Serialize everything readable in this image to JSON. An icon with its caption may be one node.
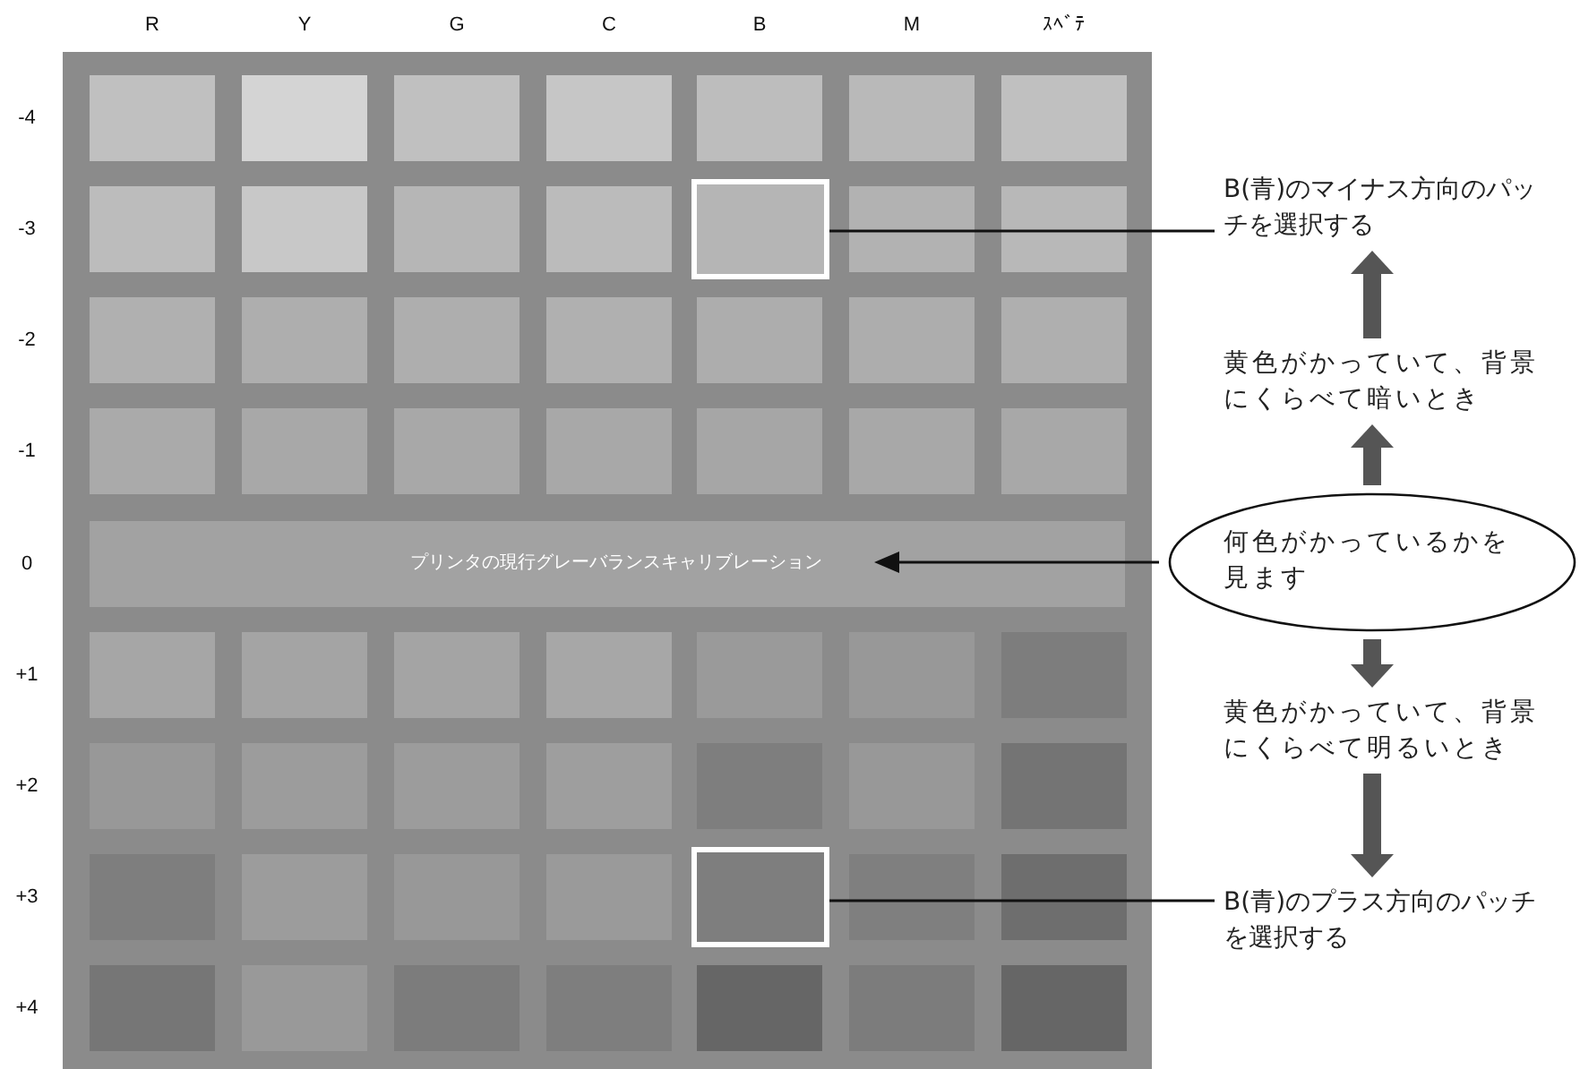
{
  "diagram": {
    "nodes": [
      {
        "text": [],
        "shape": "box"
      },
      {
        "text": [
          "B(青)のマイナス方向のパッチを選択する"
        ]
      },
      {
        "text": [
          "黄色がかっていて、背景にくらべて暗いとき"
        ]
      },
      {
        "text": [
          "プリンタの現行グレーバランスキャリブレーション"
        ]
      },
      {
        "text": [
          "何色がかっているかを見ます"
        ]
      },
      {
        "text": [
          "黄色がかっていて、背景にくらべて明るいとき"
        ]
      },
      {
        "text": [],
        "shape": "box"
      },
      {
        "text": [
          "B(青)のプラス方向のパッチを選択する"
        ]
      }
    ],
    "edges": [
      {
        "from": 1,
        "to": 0,
        "arrow": "none",
        "color": "#111111"
      },
      {
        "from": 2,
        "to": 1,
        "arrow": "to"
      },
      {
        "from": 4,
        "to": 2,
        "arrow": "to"
      },
      {
        "from": 4,
        "to": 3,
        "arrow": "to",
        "color": "#111111"
      },
      {
        "from": 4,
        "to": 5,
        "arrow": "to"
      },
      {
        "from": 5,
        "to": 7,
        "arrow": "to"
      },
      {
        "from": 7,
        "to": 6,
        "arrow": "none",
        "color": "#111111"
      }
    ],
    "labels": [
      "R",
      "Y",
      "G",
      "C",
      "B",
      "M",
      "ｽﾍﾞﾃ",
      "-4",
      "-3",
      "-2",
      "-1",
      "0",
      "+1",
      "+2",
      "+3",
      "+4"
    ]
  }
}
